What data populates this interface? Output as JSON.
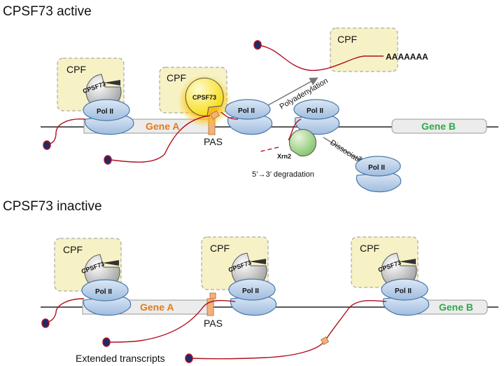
{
  "sections": {
    "active_title": "CPSF73 active",
    "inactive_title": "CPSF73 inactive"
  },
  "labels": {
    "cpf": "CPF",
    "cpsf73": "CPSF73",
    "pol2": "Pol II",
    "gene_a": "Gene A",
    "gene_b": "Gene B",
    "pas": "PAS",
    "polyadenylation": "Polyadenylation",
    "polyA_tail": "AAAAAAA",
    "dissociation": "Dissociation",
    "xrn2": "Xrn2",
    "degradation": "5’→3’ degradation",
    "extended_transcripts": "Extended transcripts"
  },
  "colors": {
    "gene_a": "#e07b1a",
    "gene_b": "#2fa84a",
    "rna": "#b01020",
    "rna_cap": "#1d2a6b",
    "pol2_fill": "#b8cfe8",
    "pol2_stroke": "#4a78a8",
    "cpf_box": "#f6f2c6",
    "cpsf73_active": "#ffe94a",
    "cpsf73_inactive": "#c8c8c8",
    "xrn2": "#9fd18a",
    "pas": "#f2b27a"
  }
}
